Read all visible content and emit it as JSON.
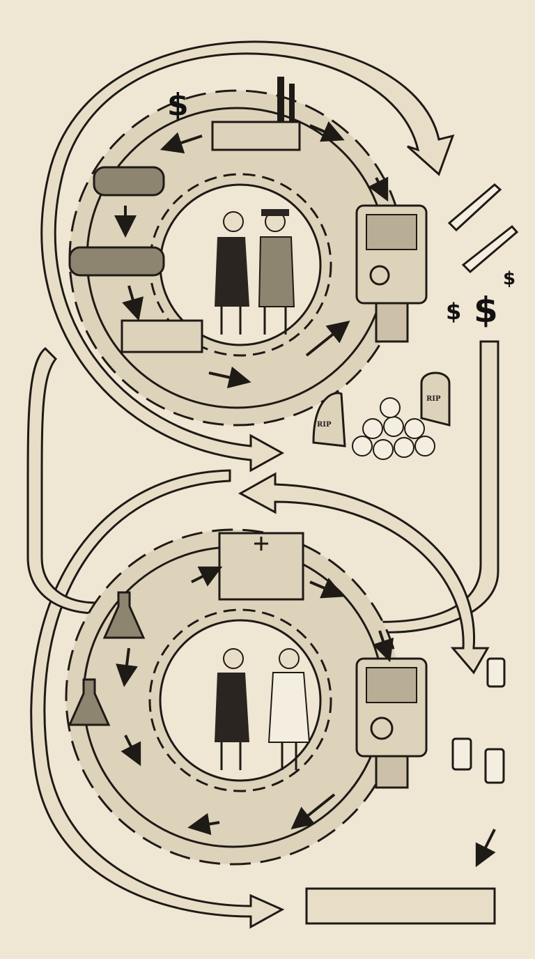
{
  "title_visible": false,
  "top_cycle": {
    "theme": "military-industrial",
    "symbols": {
      "dollar_top": "$",
      "dollar_small_left": "$",
      "dollar_big": "$",
      "dollar_small_right": "$"
    },
    "tombstones": [
      "RIP",
      "RIP"
    ]
  },
  "bottom_cycle": {
    "theme": "medical-industrial"
  },
  "colors": {
    "paper": "#efe6d3",
    "ink": "#1e1a15",
    "gear": "#ddd2ba"
  }
}
